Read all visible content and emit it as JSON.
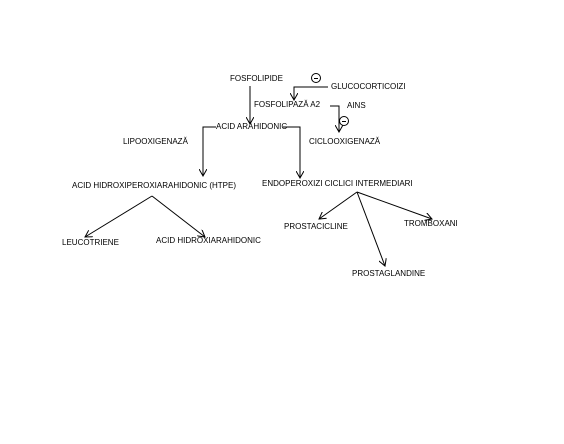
{
  "nodes": {
    "fosfolipide": "FOSFOLIPIDE",
    "glucocorticoizi": "GLUCOCORTICOIZI",
    "fosfolipaza": "FOSFOLIPAZĂ A2",
    "ains": "AINS",
    "acid_arahidonic": "ACID ARAHIDONIC",
    "lipooxigenaza": "LIPOOXIGENAZĂ",
    "ciclooxigenaza": "CICLOOXIGENAZĂ",
    "htpe": "ACID HIDROXIPEROXIARAHIDONIC (HTPE)",
    "endoperoxizi": "ENDOPEROXIZI CICLICI INTERMEDIARI",
    "leucotriene": "LEUCOTRIENE",
    "acid_hidroxi": "ACID HIDROXIARAHIDONIC",
    "prostacicline": "PROSTACICLINE",
    "tromboxani": "TROMBOXANI",
    "prostaglandine": "PROSTAGLANDINE"
  },
  "colors": {
    "line": "#000000",
    "background": "#ffffff"
  },
  "icons": {
    "inhibitor": "minus-circle-icon"
  }
}
